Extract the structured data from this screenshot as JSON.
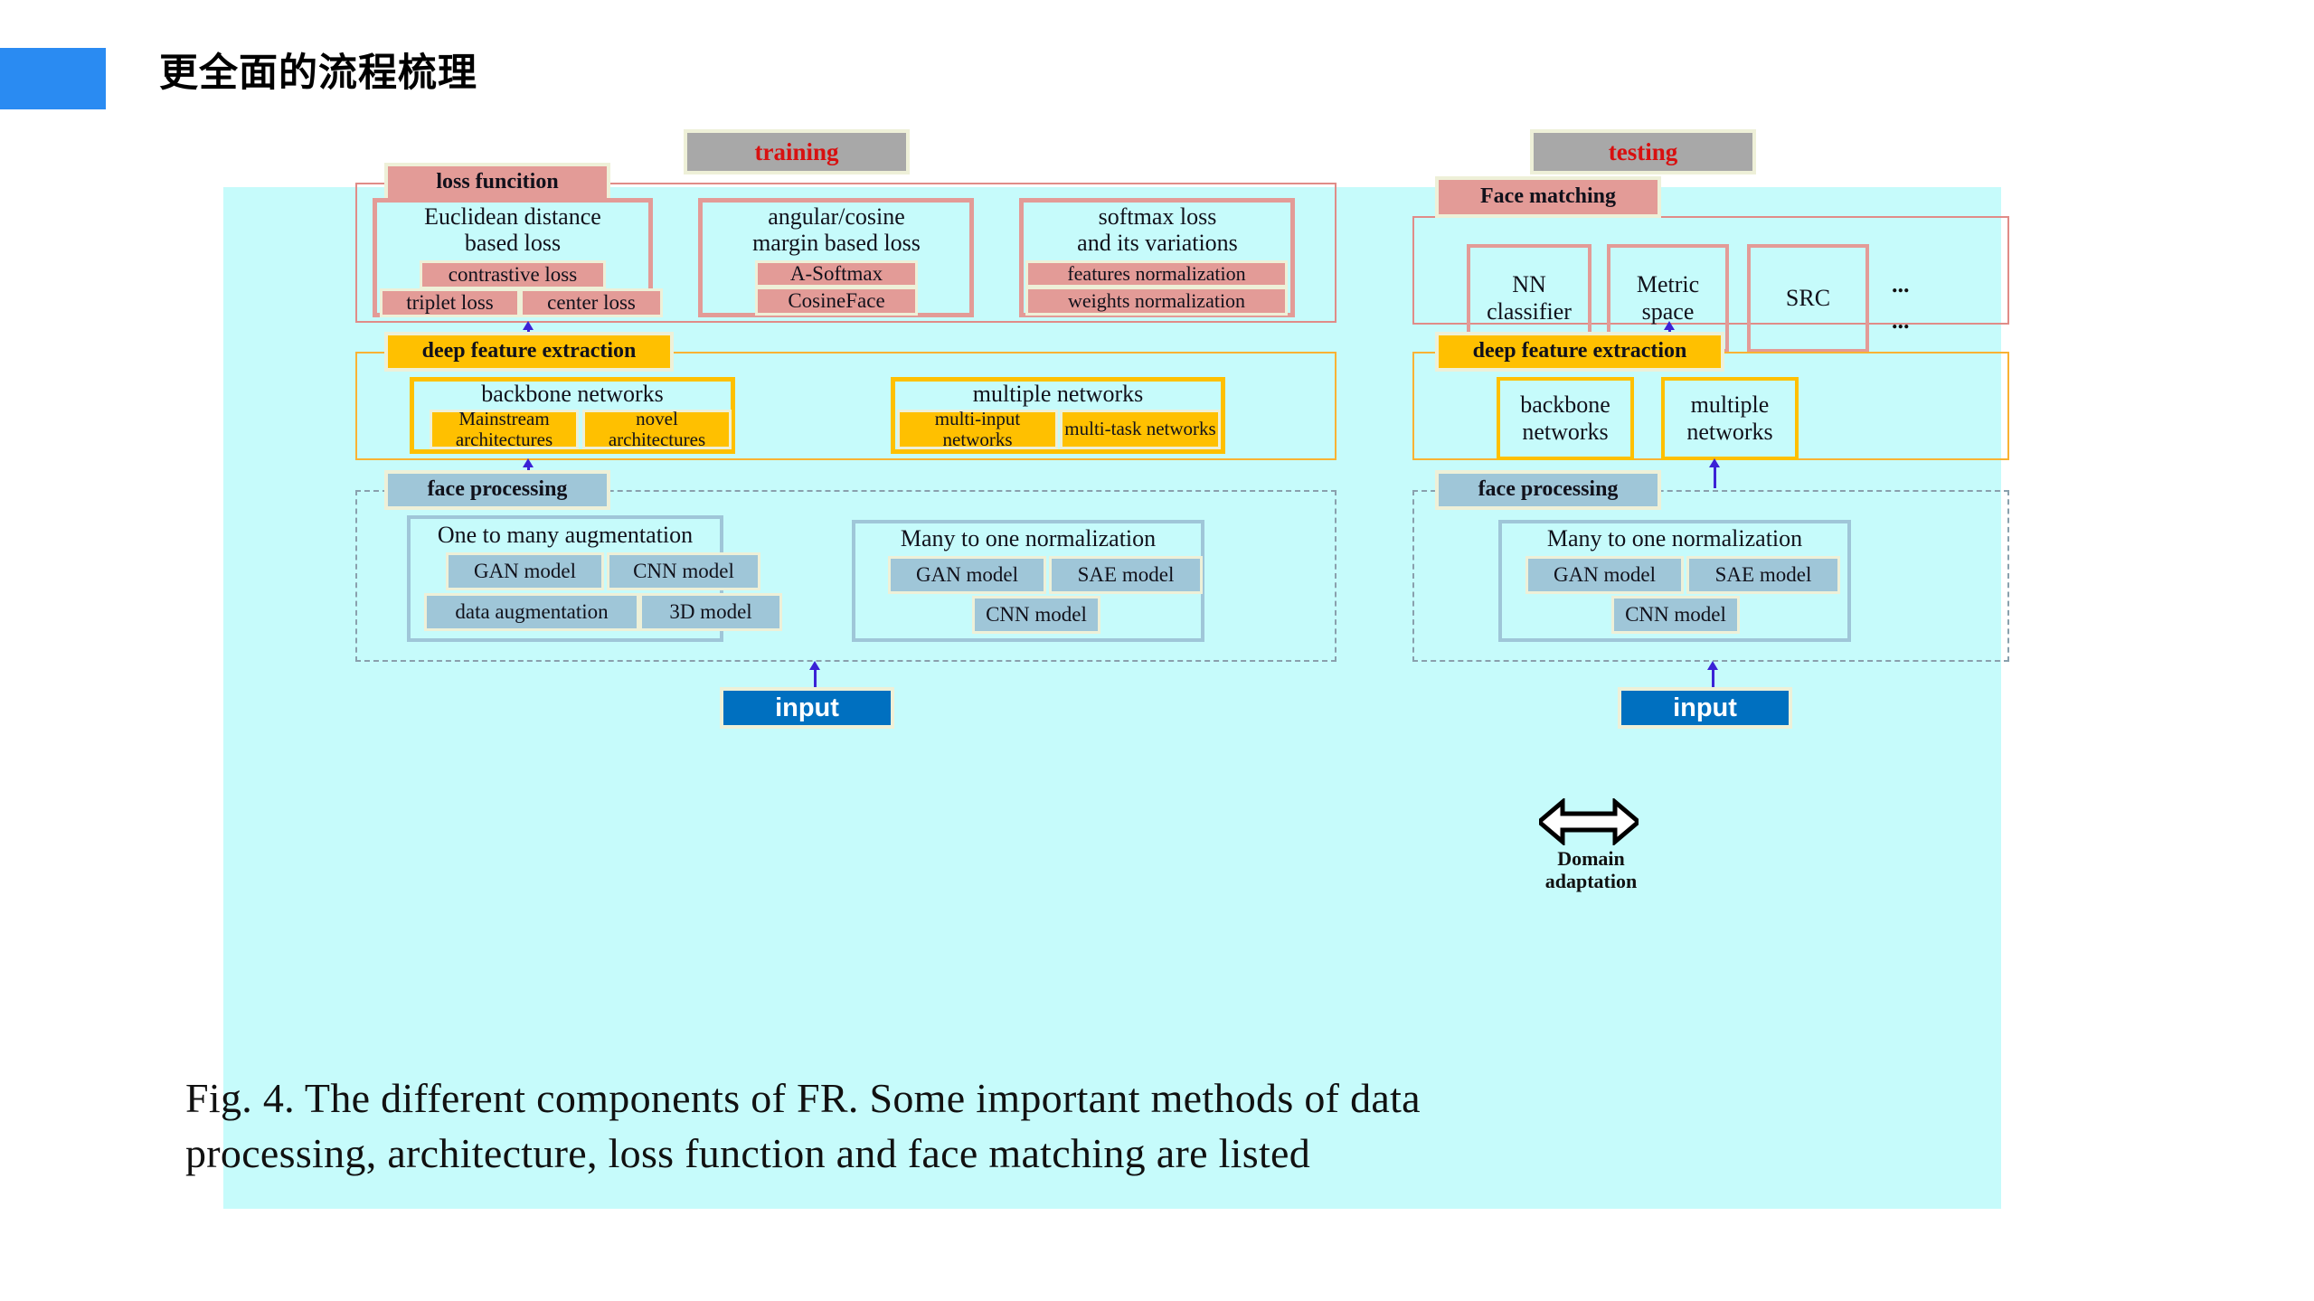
{
  "slide": {
    "title": "更全面的流程梳理",
    "accent_color": "#2a8bf2"
  },
  "figure": {
    "background_color": "#c6fbfb",
    "caption_line1": "Fig. 4.    The different components of FR. Some important methods of data",
    "caption_line2": "processing, architecture, loss function and face matching are listed",
    "bridge": {
      "icon": "double-arrow-icon",
      "label_line1": "Domain",
      "label_line2": "adaptation"
    },
    "columns": [
      {
        "id": "training",
        "header": "training",
        "header_color": "#a8a8a8",
        "header_text_color": "#d81010",
        "sections": [
          {
            "id": "loss-function",
            "title": "loss funcition",
            "accent": "#e39b97",
            "panels": [
              {
                "title_line1": "Euclidean distance",
                "title_line2": "based loss",
                "items": [
                  "contrastive loss",
                  "triplet loss",
                  "center loss"
                ]
              },
              {
                "title_line1": "angular/cosine",
                "title_line2": "margin based loss",
                "items": [
                  "A-Softmax",
                  "CosineFace"
                ]
              },
              {
                "title_line1": "softmax loss",
                "title_line2": "and its variations",
                "items": [
                  "features normalization",
                  "weights normalization"
                ]
              }
            ]
          },
          {
            "id": "deep-feature-extraction",
            "title": "deep feature extraction",
            "accent": "#ffc000",
            "panels": [
              {
                "title_line1": "backbone networks",
                "title_line2": "",
                "items": [
                  "Mainstream architectures",
                  "novel architectures"
                ]
              },
              {
                "title_line1": "multiple networks",
                "title_line2": "",
                "items": [
                  "multi-input networks",
                  "multi-task networks"
                ]
              }
            ]
          },
          {
            "id": "face-processing",
            "title": "face processing",
            "accent": "#9fc6d8",
            "panels": [
              {
                "title_line1": "One to many augmentation",
                "title_line2": "",
                "items": [
                  "GAN model",
                  "CNN model",
                  "data augmentation",
                  "3D model"
                ]
              },
              {
                "title_line1": "Many to one normalization",
                "title_line2": "",
                "items": [
                  "GAN model",
                  "SAE model",
                  "CNN model"
                ]
              }
            ]
          }
        ],
        "input_label": "input"
      },
      {
        "id": "testing",
        "header": "testing",
        "header_color": "#a8a8a8",
        "header_text_color": "#d81010",
        "sections": [
          {
            "id": "face-matching",
            "title": "Face matching",
            "accent": "#e39b97",
            "boxes": [
              "NN classifier",
              "Metric space",
              "SRC"
            ],
            "ellipsis_top": "...",
            "ellipsis_bottom": "..."
          },
          {
            "id": "deep-feature-extraction-test",
            "title": "deep feature extraction",
            "accent": "#ffc000",
            "boxes": [
              "backbone networks",
              "multiple networks"
            ]
          },
          {
            "id": "face-processing-test",
            "title": "face processing",
            "accent": "#9fc6d8",
            "panels": [
              {
                "title_line1": "Many to one normalization",
                "items": [
                  "GAN model",
                  "SAE model",
                  "CNN model"
                ]
              }
            ]
          }
        ],
        "input_label": "input"
      }
    ]
  }
}
